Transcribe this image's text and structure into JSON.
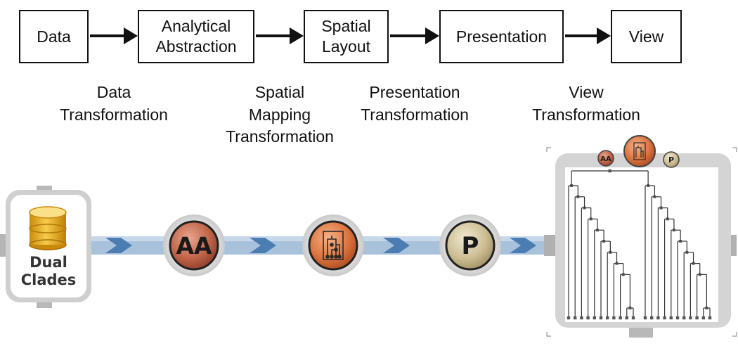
{
  "pipeline": {
    "stages": [
      {
        "id": "data",
        "label": "Data"
      },
      {
        "id": "analytical_abstraction",
        "label": "Analytical\nAbstraction"
      },
      {
        "id": "spatial_layout",
        "label": "Spatial\nLayout"
      },
      {
        "id": "presentation",
        "label": "Presentation"
      },
      {
        "id": "view",
        "label": "View"
      }
    ],
    "transformations": [
      {
        "id": "data_transformation",
        "label": "Data\nTransformation"
      },
      {
        "id": "spatial_mapping_transformation",
        "label": "Spatial\nMapping\nTransformation"
      },
      {
        "id": "presentation_transformation",
        "label": "Presentation\nTransformation"
      },
      {
        "id": "view_transformation",
        "label": "View\nTransformation"
      }
    ]
  },
  "illustration": {
    "source": {
      "label_line1": "Dual",
      "label_line2": "Clades",
      "icon": "database-icon"
    },
    "nodes": [
      {
        "id": "aa",
        "label": "AA",
        "color": "#b65238"
      },
      {
        "id": "tree",
        "label": "",
        "icon": "tree-layout-icon",
        "color": "#d86a34"
      },
      {
        "id": "p",
        "label": "P",
        "color": "#c9b98a"
      }
    ],
    "view_badges": [
      {
        "id": "aa",
        "label": "AA"
      },
      {
        "id": "tree",
        "label": "",
        "icon": "tree-layout-icon"
      },
      {
        "id": "p",
        "label": "P"
      }
    ],
    "colors": {
      "pipe": "#a7c0db",
      "chevron": "#3d6ea3",
      "frame": "#d2d2d2",
      "cylinder": "#e8a51a",
      "tree_line": "#333333"
    }
  }
}
